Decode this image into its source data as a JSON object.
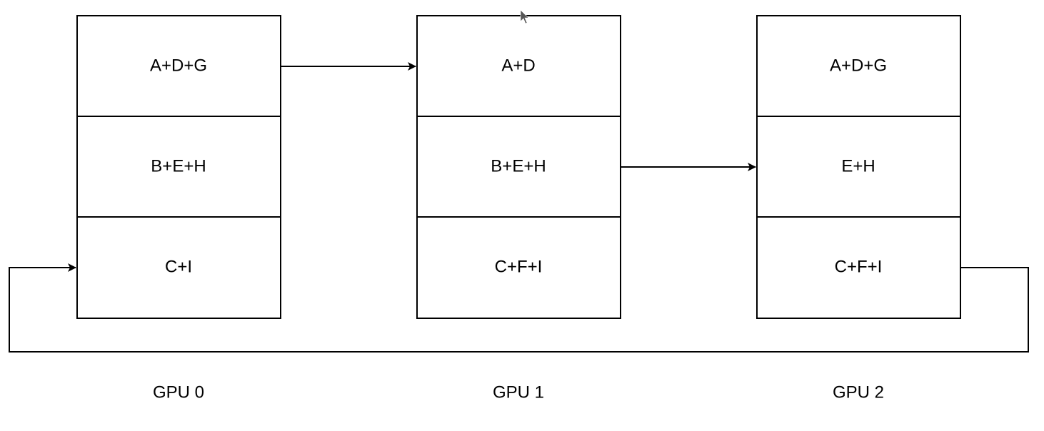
{
  "gpus": [
    {
      "label": "GPU 0",
      "cells": [
        "A+D+G",
        "B+E+H",
        "C+I"
      ]
    },
    {
      "label": "GPU 1",
      "cells": [
        "A+D",
        "B+E+H",
        "C+F+I"
      ]
    },
    {
      "label": "GPU 2",
      "cells": [
        "A+D+G",
        "E+H",
        "C+F+I"
      ]
    }
  ],
  "colors": {
    "stroke": "#000000",
    "background": "#ffffff"
  }
}
